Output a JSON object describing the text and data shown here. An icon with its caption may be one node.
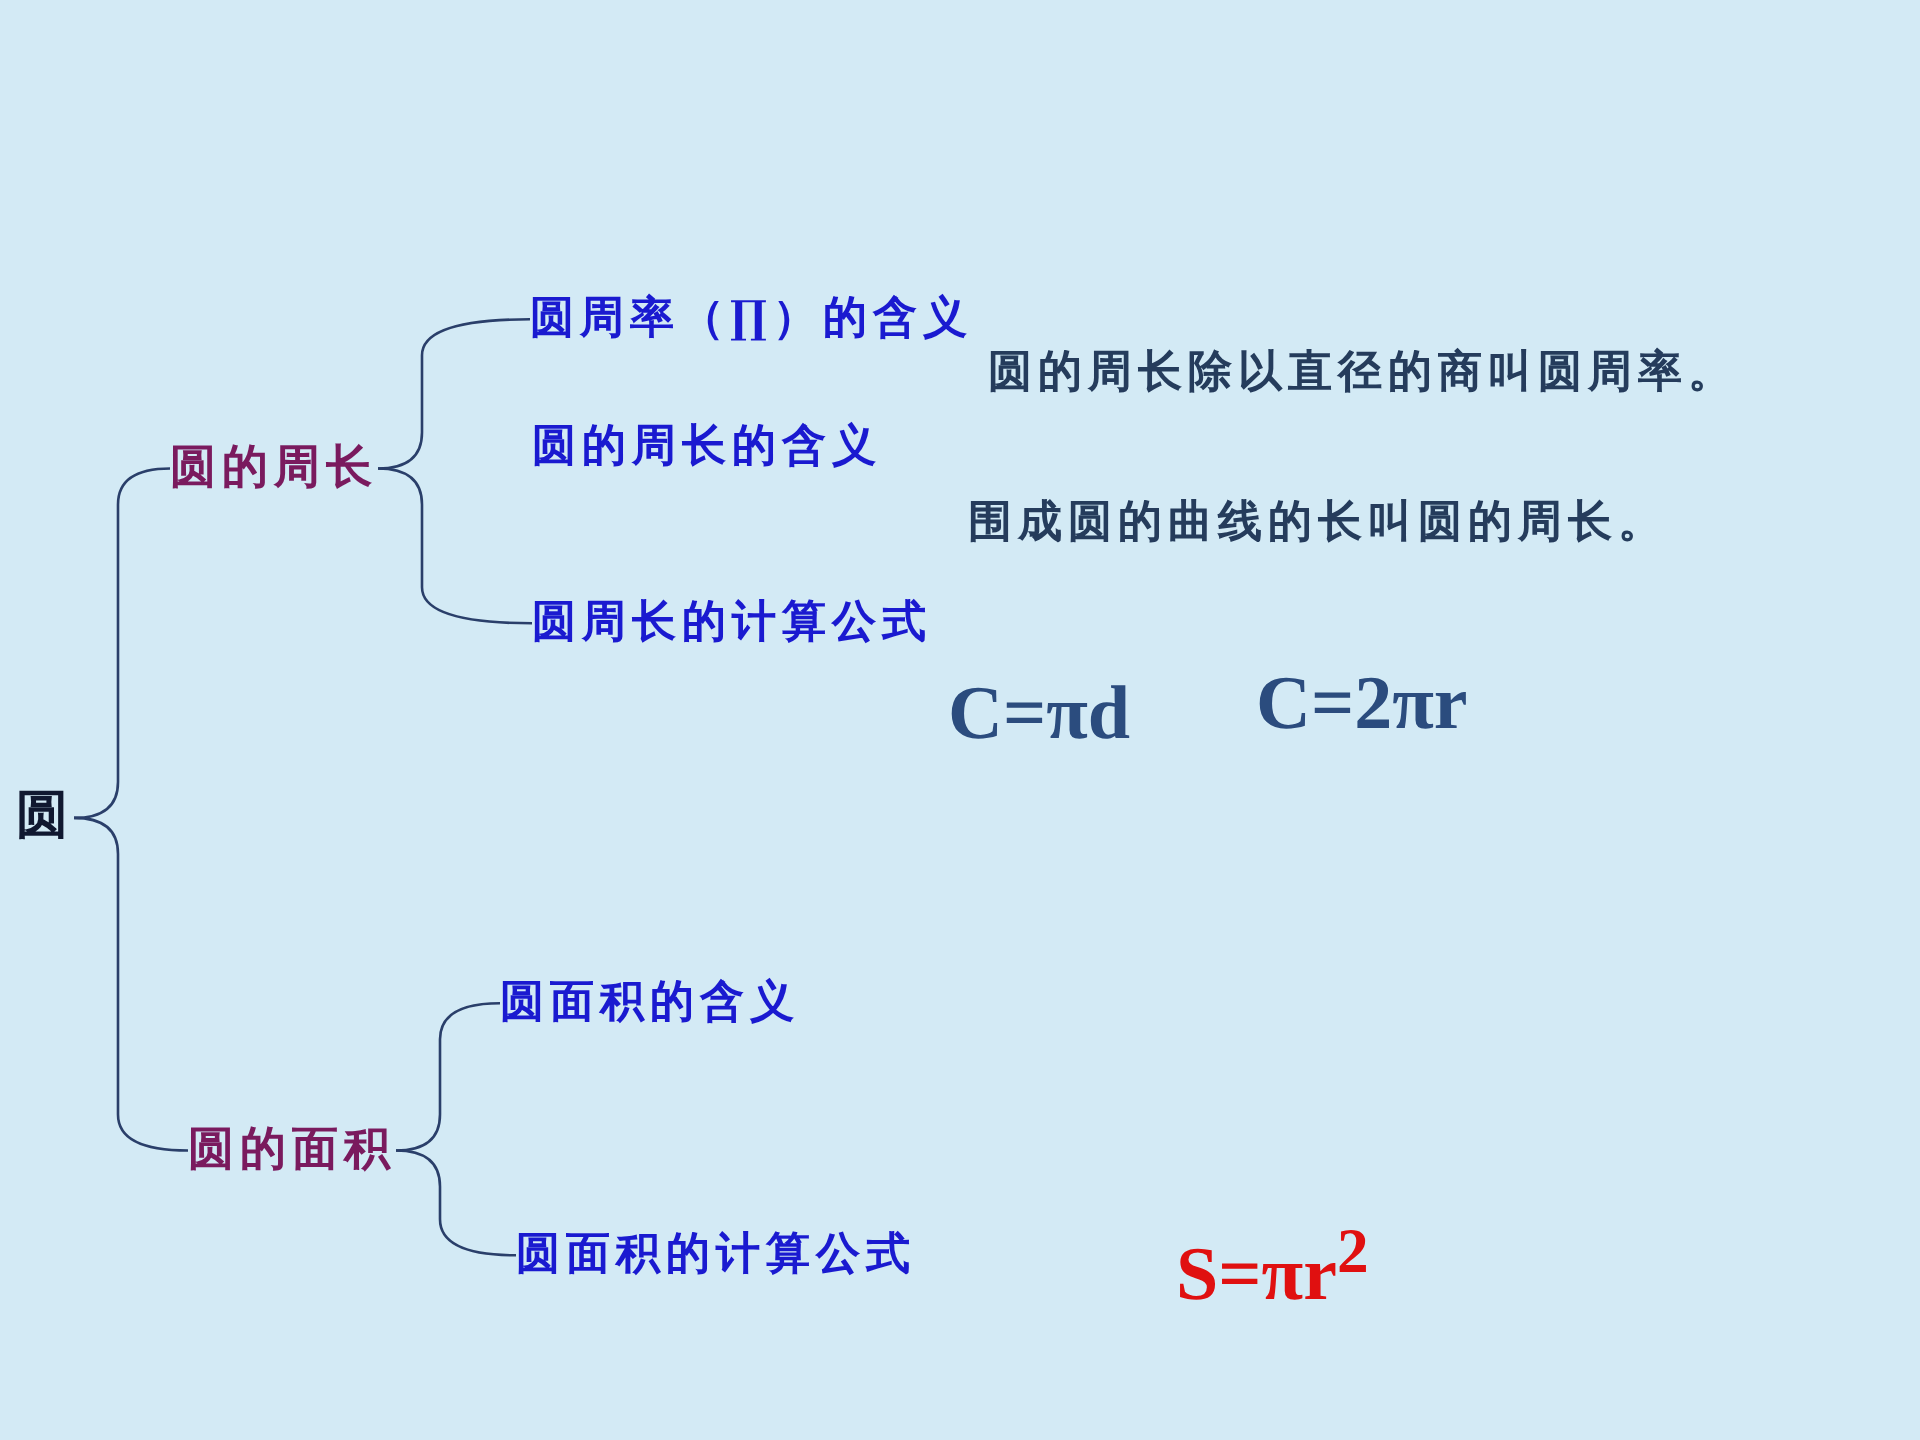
{
  "diagram": {
    "nodes": [
      {
        "text": [
          "圆"
        ]
      },
      {
        "text": [
          "圆的周长"
        ]
      },
      {
        "text": [
          "圆周率（∏）的含义"
        ]
      },
      {
        "text": [
          "圆的周长的含义"
        ]
      },
      {
        "text": [
          "圆周长的计算公式"
        ]
      },
      {
        "text": [
          "圆的面积"
        ]
      },
      {
        "text": [
          "圆面积的含义"
        ]
      },
      {
        "text": [
          "圆面积的计算公式"
        ]
      }
    ],
    "edges": [
      {
        "from": 0,
        "to": 1,
        "arrow": "none"
      },
      {
        "from": 0,
        "to": 5,
        "arrow": "none"
      },
      {
        "from": 1,
        "to": 2,
        "arrow": "none"
      },
      {
        "from": 1,
        "to": 4,
        "arrow": "none"
      },
      {
        "from": 5,
        "to": 6,
        "arrow": "none"
      },
      {
        "from": 5,
        "to": 7,
        "arrow": "none"
      }
    ],
    "labels": [
      "圆的周长除以直径的商叫圆周率。",
      "围成圆的曲线的长叫圆的周长。",
      "C=πd",
      "C=2πr",
      "S=πr$^{2}$"
    ]
  }
}
